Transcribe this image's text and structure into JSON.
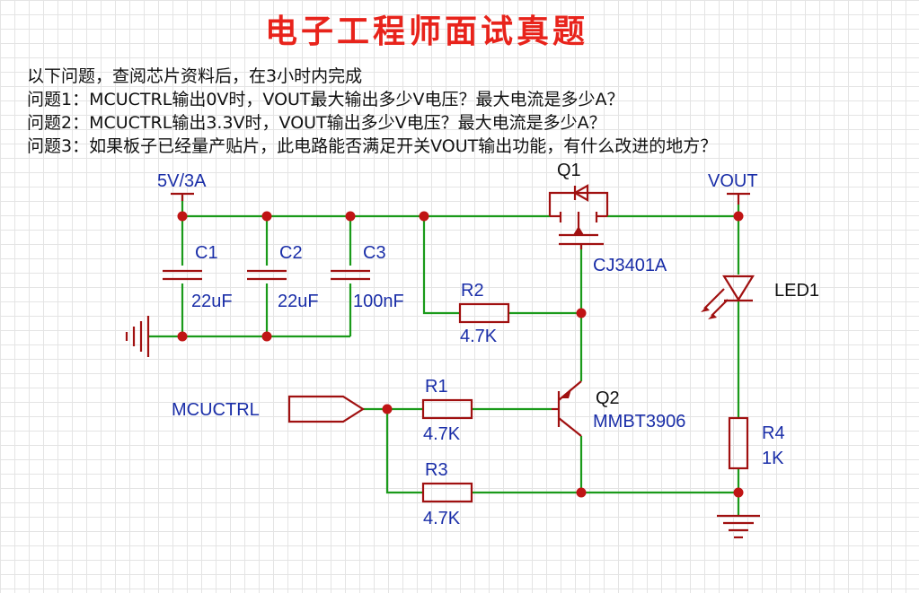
{
  "title": "电子工程师面试真题",
  "questions": [
    "以下问题，查阅芯片资料后，在3小时内完成",
    "问题1：MCUCTRL输出0V时，VOUT最大输出多少V电压？最大电流是多少A？",
    "问题2：MCUCTRL输出3.3V时，VOUT输出多少V电压？最大电流是多少A？",
    "问题3：如果板子已经量产贴片，此电路能否满足开关VOUT输出功能，有什么改进的地方？"
  ],
  "schematic": {
    "supply": "5V/3A",
    "output": "VOUT",
    "input": "MCUCTRL",
    "components": {
      "C1": {
        "ref": "C1",
        "value": "22uF"
      },
      "C2": {
        "ref": "C2",
        "value": "22uF"
      },
      "C3": {
        "ref": "C3",
        "value": "100nF"
      },
      "R1": {
        "ref": "R1",
        "value": "4.7K"
      },
      "R2": {
        "ref": "R2",
        "value": "4.7K"
      },
      "R3": {
        "ref": "R3",
        "value": "4.7K"
      },
      "R4": {
        "ref": "R4",
        "value": "1K"
      },
      "Q1": {
        "ref": "Q1",
        "value": "CJ3401A"
      },
      "Q2": {
        "ref": "Q2",
        "value": "MMBT3906"
      },
      "LED1": {
        "ref": "LED1"
      }
    }
  },
  "colors": {
    "title": "#e8231b",
    "wire": "#1a9a1a",
    "component": "#a01010",
    "label": "#1a2ea8"
  }
}
